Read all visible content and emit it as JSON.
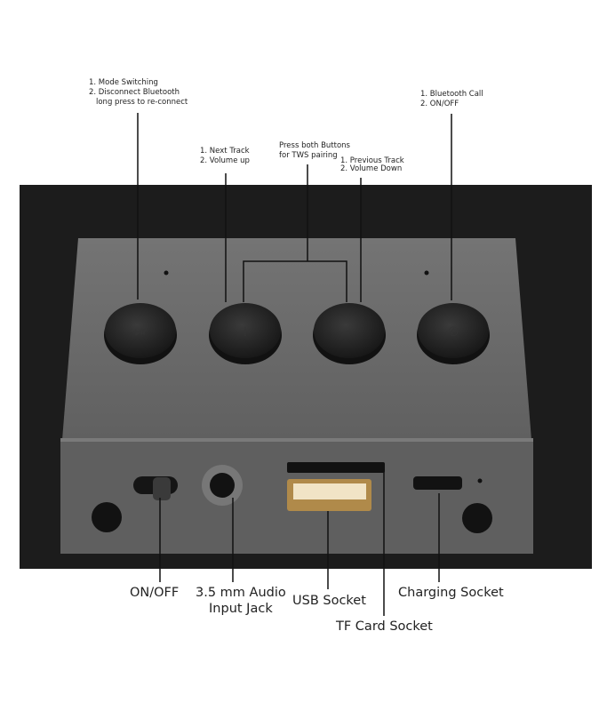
{
  "top_callouts": {
    "mode": {
      "line1": "1. Mode Switching",
      "line2": "2. Disconnect Bluetooth",
      "line3": "long press to re-connect"
    },
    "next": {
      "line1": "1. Next Track",
      "line2": "2. Volume up"
    },
    "tws": {
      "line1": "Press both Buttons",
      "line2": "for TWS pairing"
    },
    "prev": {
      "line1": "1. Previous Track",
      "line2": "2. Volume Down"
    },
    "call": {
      "line1": "1. Bluetooth Call",
      "line2": "2. ON/OFF"
    }
  },
  "bottom_callouts": {
    "onoff": "ON/OFF",
    "aux_line1": "3.5 mm Audio",
    "aux_line2": "Input Jack",
    "usb": "USB Socket",
    "tf": "TF Card Socket",
    "charging": "Charging Socket"
  },
  "colors": {
    "body": "#1c1c1c",
    "panel": "#6b6b6b",
    "button": "#262626",
    "line": "#111111"
  }
}
